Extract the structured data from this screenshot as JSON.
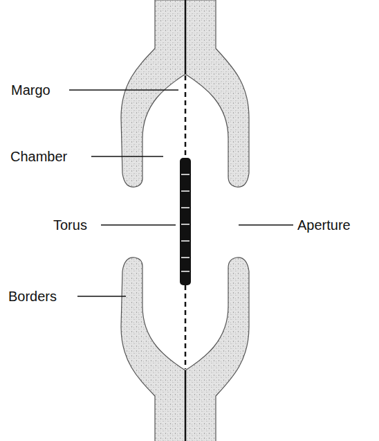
{
  "diagram": {
    "labels": [
      "Margo",
      "Chamber",
      "Torus",
      "Aperture",
      "Borders"
    ]
  }
}
